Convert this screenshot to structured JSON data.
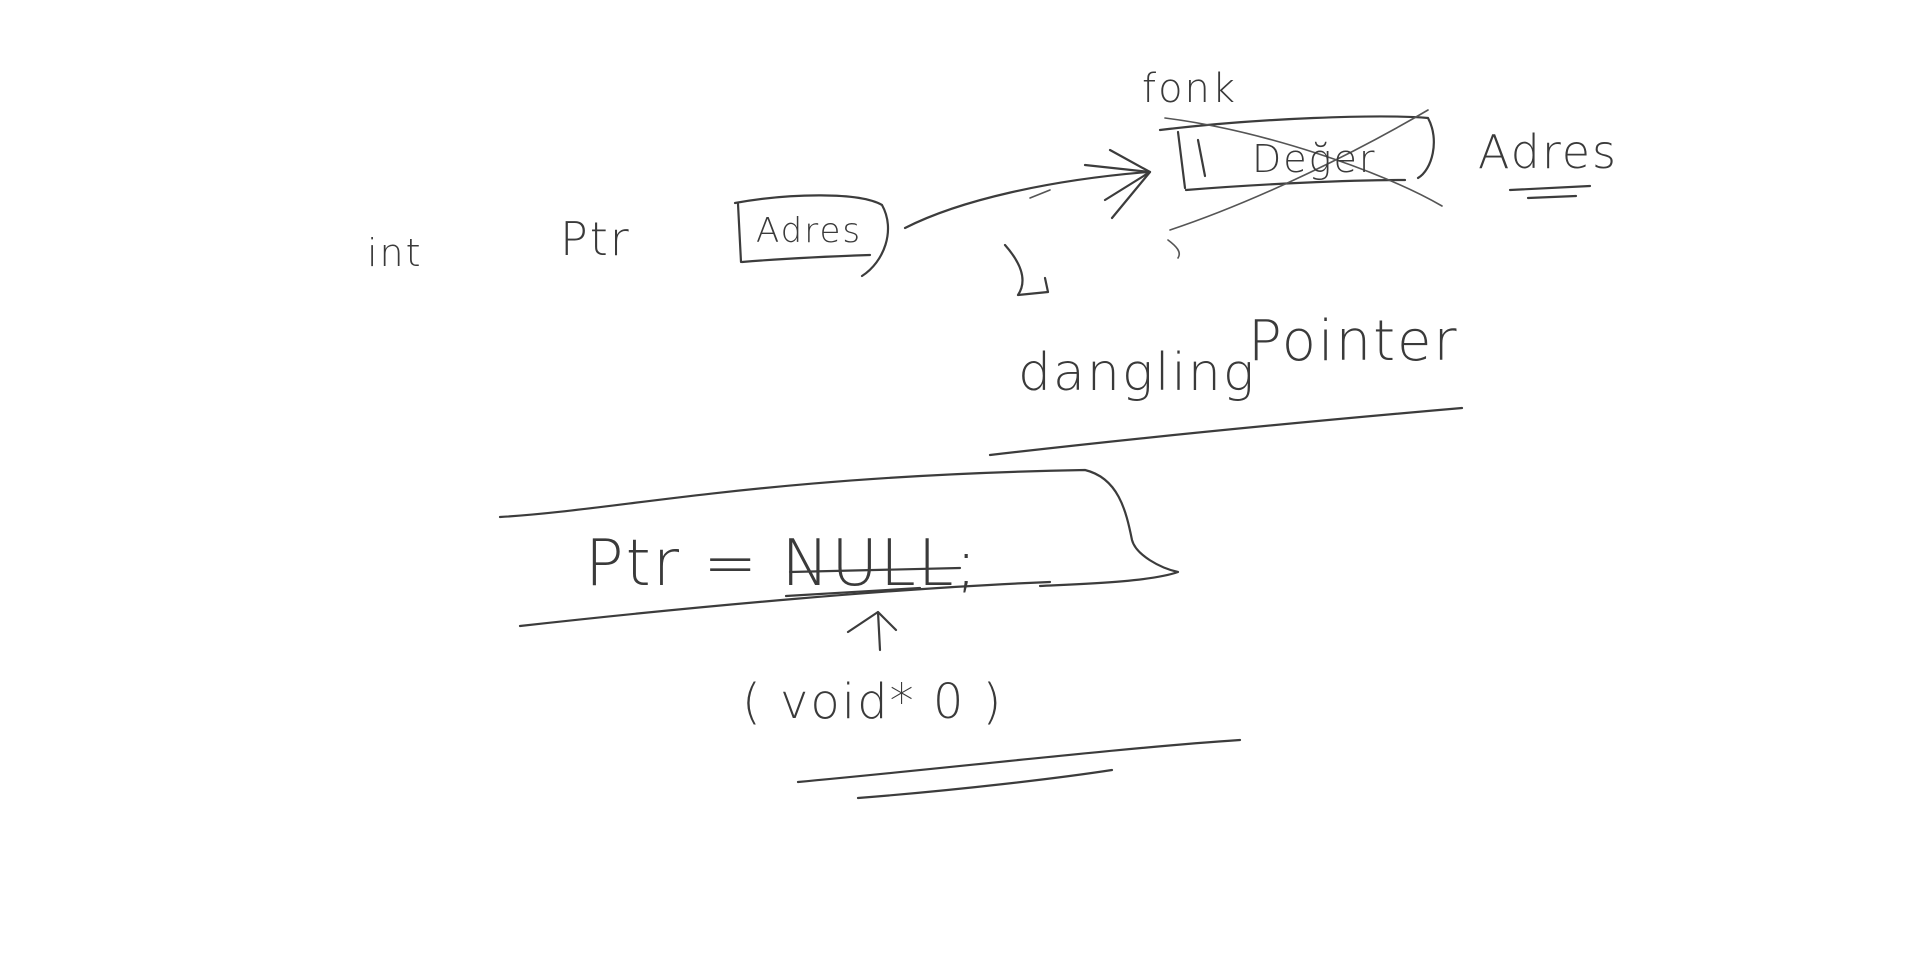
{
  "whiteboard": {
    "labels": {
      "int": "int",
      "ptr": "Ptr",
      "adres_box": "Adres",
      "fonk": "fonk",
      "deger": "Değer",
      "adres_right": "Adres",
      "dangling": "dangling",
      "pointer": "Pointer",
      "assignment": "Ptr = NULL;",
      "void_expr": "( void* 0 )"
    }
  }
}
